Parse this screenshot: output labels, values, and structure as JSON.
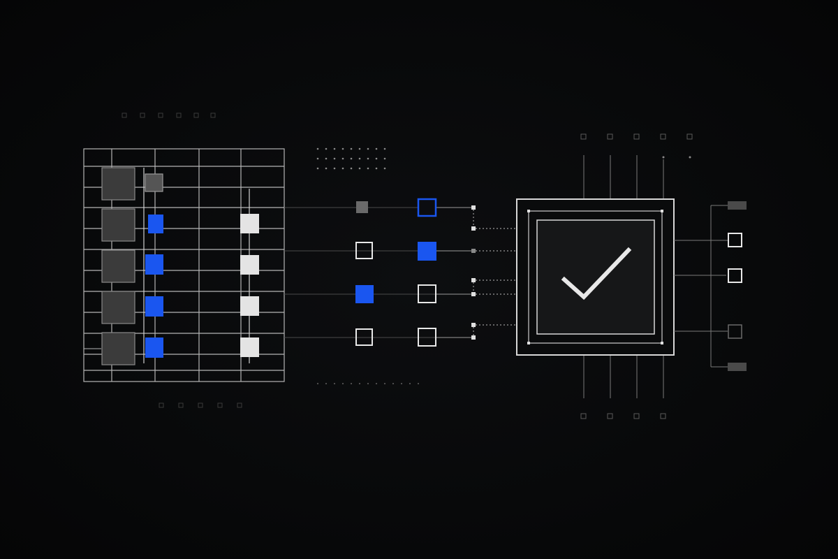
{
  "scene": {
    "type": "abstract-validation-diagram",
    "colors": {
      "background": "#060708",
      "line": "#bdbdbd",
      "line_dim": "#4a4a4a",
      "accent_blue": "#1a56f0",
      "fill_gray": "#3a3a3a",
      "fill_light": "#e6e6e6",
      "check": "#e8e8e8"
    },
    "source_grid": {
      "rows": 5,
      "columns": 4,
      "row_states": [
        [
          "gray",
          "gray-small",
          "none"
        ],
        [
          "gray",
          "blue",
          "light"
        ],
        [
          "gray",
          "blue",
          "light"
        ],
        [
          "gray",
          "blue",
          "light"
        ],
        [
          "gray",
          "blue",
          "light"
        ]
      ]
    },
    "flow_rows": [
      {
        "first": "gray-fill",
        "second": "blue-outline"
      },
      {
        "first": "white-outline",
        "second": "blue-fill"
      },
      {
        "first": "blue-fill",
        "second": "white-outline"
      },
      {
        "first": "white-outline",
        "second": "white-outline"
      }
    ],
    "validator": {
      "icon": "check-icon"
    },
    "outputs": [
      "gray-bar",
      "white-outline",
      "white-outline",
      "dim-outline",
      "gray-bar"
    ]
  }
}
